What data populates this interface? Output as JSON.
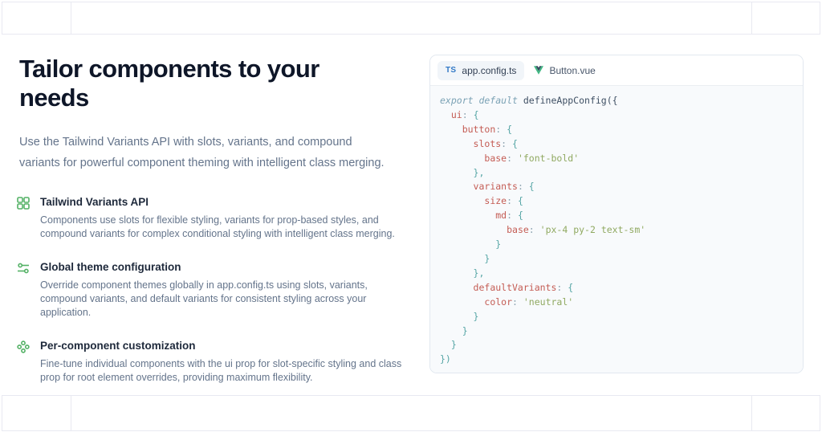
{
  "colors": {
    "frame_line": "#e8e9f1",
    "heading": "#0e1628",
    "body_text": "#64748b",
    "feature_title": "#1e293b",
    "accent_green": "#53b165",
    "card_border": "#e2e8f0",
    "code_bg": "#f8fafc",
    "tab_pill_bg": "#f1f5f9",
    "ts_blue": "#3178c6",
    "vue_green": "#41b883",
    "vue_dark": "#35495e",
    "token_keyword": "#7ba2b5",
    "token_function": "#3e4f63",
    "token_key": "#c45c54",
    "token_colon": "#8da3b0",
    "token_brace": "#55a5a5",
    "token_string": "#90a961"
  },
  "hero": {
    "title": "Tailor components to your needs",
    "description": "Use the Tailwind Variants API with slots, variants, and compound variants for powerful component theming with intelligent class merging."
  },
  "features": [
    {
      "icon": "grid-icon",
      "title": "Tailwind Variants API",
      "description": "Components use slots for flexible styling, variants for prop-based styles, and compound variants for complex conditional styling with intelligent class merging."
    },
    {
      "icon": "sliders-icon",
      "title": "Global theme configuration",
      "description": "Override component themes globally in app.config.ts using slots, variants, compound variants, and default variants for consistent styling across your application."
    },
    {
      "icon": "nodes-icon",
      "title": "Per-component customization",
      "description": "Fine-tune individual components with the ui prop for slot-specific styling and class prop for root element overrides, providing maximum flexibility."
    }
  ],
  "code_panel": {
    "tabs": [
      {
        "label": "app.config.ts",
        "icon": "typescript-icon",
        "badge": "TS",
        "active": true
      },
      {
        "label": "Button.vue",
        "icon": "vue-icon",
        "active": false
      }
    ],
    "code_lines": [
      [
        [
          "kw",
          "export default "
        ],
        [
          "fn",
          "defineAppConfig"
        ],
        [
          "fn",
          "({"
        ]
      ],
      [
        [
          "pln",
          "  "
        ],
        [
          "key",
          "ui"
        ],
        [
          "col",
          ": "
        ],
        [
          "brc",
          "{"
        ]
      ],
      [
        [
          "pln",
          "    "
        ],
        [
          "key",
          "button"
        ],
        [
          "col",
          ": "
        ],
        [
          "brc",
          "{"
        ]
      ],
      [
        [
          "pln",
          "      "
        ],
        [
          "key",
          "slots"
        ],
        [
          "col",
          ": "
        ],
        [
          "brc",
          "{"
        ]
      ],
      [
        [
          "pln",
          "        "
        ],
        [
          "key",
          "base"
        ],
        [
          "col",
          ": "
        ],
        [
          "str",
          "'font-bold'"
        ]
      ],
      [
        [
          "pln",
          "      "
        ],
        [
          "brc",
          "},"
        ]
      ],
      [
        [
          "pln",
          "      "
        ],
        [
          "key",
          "variants"
        ],
        [
          "col",
          ": "
        ],
        [
          "brc",
          "{"
        ]
      ],
      [
        [
          "pln",
          "        "
        ],
        [
          "key",
          "size"
        ],
        [
          "col",
          ": "
        ],
        [
          "brc",
          "{"
        ]
      ],
      [
        [
          "pln",
          "          "
        ],
        [
          "key",
          "md"
        ],
        [
          "col",
          ": "
        ],
        [
          "brc",
          "{"
        ]
      ],
      [
        [
          "pln",
          "            "
        ],
        [
          "key",
          "base"
        ],
        [
          "col",
          ": "
        ],
        [
          "str",
          "'px-4 py-2 text-sm'"
        ]
      ],
      [
        [
          "pln",
          "          "
        ],
        [
          "brc",
          "}"
        ]
      ],
      [
        [
          "pln",
          "        "
        ],
        [
          "brc",
          "}"
        ]
      ],
      [
        [
          "pln",
          "      "
        ],
        [
          "brc",
          "},"
        ]
      ],
      [
        [
          "pln",
          "      "
        ],
        [
          "key",
          "defaultVariants"
        ],
        [
          "col",
          ": "
        ],
        [
          "brc",
          "{"
        ]
      ],
      [
        [
          "pln",
          "        "
        ],
        [
          "key",
          "color"
        ],
        [
          "col",
          ": "
        ],
        [
          "str",
          "'neutral'"
        ]
      ],
      [
        [
          "pln",
          "      "
        ],
        [
          "brc",
          "}"
        ]
      ],
      [
        [
          "pln",
          "    "
        ],
        [
          "brc",
          "}"
        ]
      ],
      [
        [
          "pln",
          "  "
        ],
        [
          "brc",
          "}"
        ]
      ],
      [
        [
          "brc",
          "})"
        ]
      ]
    ]
  }
}
